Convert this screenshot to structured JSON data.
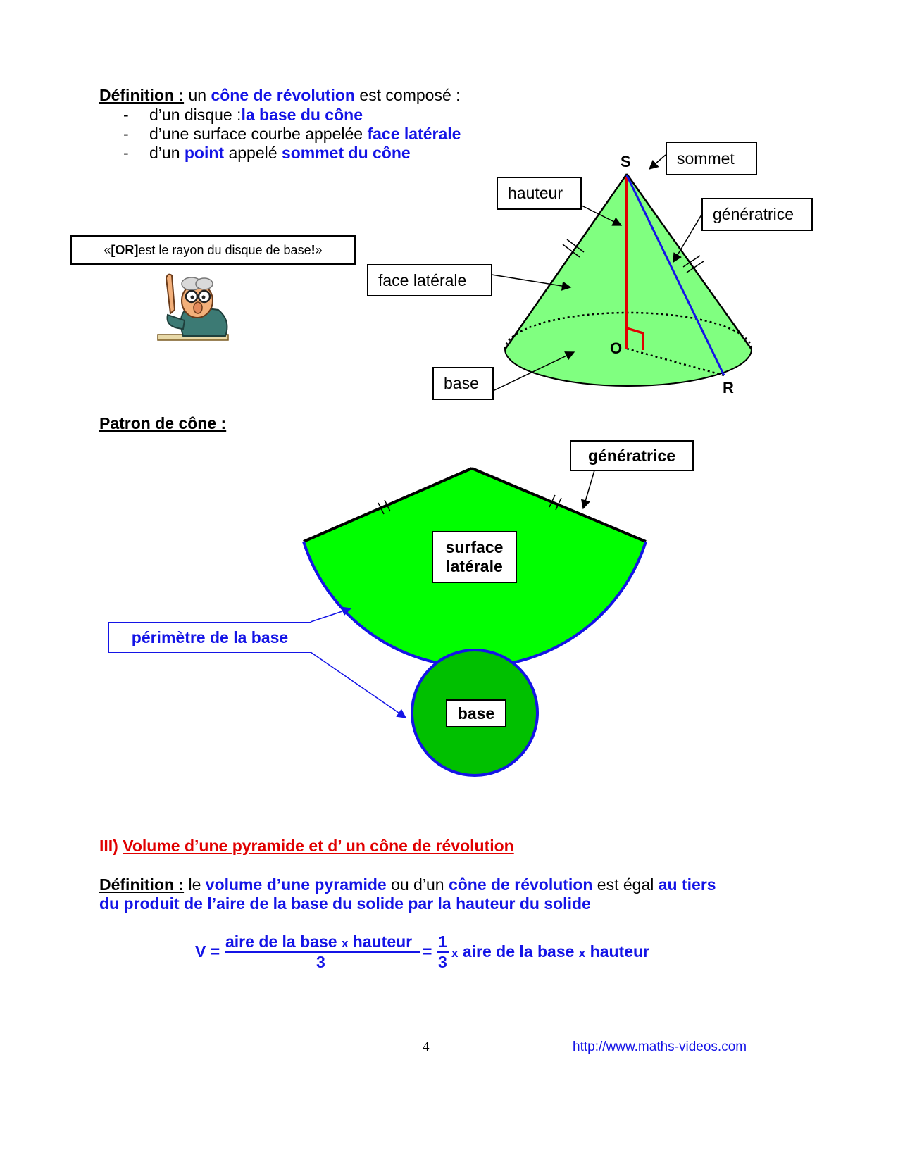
{
  "definition1": {
    "label": "Définition :",
    "intro_pre": " un ",
    "intro_term": "cône de révolution",
    "intro_post": " est composé :",
    "items": [
      {
        "dash": "-",
        "pre": "d’un disque :",
        "term": "la base du cône",
        "mid": "",
        "term2": ""
      },
      {
        "dash": "-",
        "pre": "d’une surface courbe appelée ",
        "term": "face latérale",
        "mid": "",
        "term2": ""
      },
      {
        "dash": "-",
        "pre": "d’un ",
        "term": "point",
        "mid": " appelé ",
        "term2": "sommet du cône"
      }
    ]
  },
  "remark": {
    "open": "«",
    "bold": "[OR]",
    "text": " est le rayon du disque de base ",
    "excl": "!",
    "close": "»"
  },
  "cone_labels": {
    "S": "S",
    "O": "O",
    "R": "R",
    "sommet": "sommet",
    "hauteur": "hauteur",
    "generatrice": "génératrice",
    "face_laterale": "face latérale",
    "base": "base"
  },
  "patron": {
    "title": "Patron de cône :",
    "generatrice": "génératrice",
    "surface_line1": "surface",
    "surface_line2": "latérale",
    "perimetre": "périmètre de la base",
    "base": "base"
  },
  "section3": {
    "number": "III)",
    "title": "Volume d’une pyramide et d’ un cône de révolution"
  },
  "definition2": {
    "label": "Définition :",
    "p1": " le ",
    "t1": "volume d’une pyramide",
    "p2": " ou d’un ",
    "t2": "cône de révolution",
    "p3": " est égal ",
    "t3": "au tiers",
    "line2": "du produit de l’aire de la base du solide par la hauteur du solide"
  },
  "formula": {
    "v": "V =",
    "num_a": "aire de la base ",
    "num_x": "x",
    "num_b": " hauteur",
    "den": "3",
    "eq": "=",
    "frac_num": "1",
    "frac_den": "3",
    "rest_x1": "x",
    "rest_a": " aire de la base ",
    "rest_x2": "x",
    "rest_b": " hauteur"
  },
  "footer": {
    "page": "4",
    "url": "http://www.maths-videos.com"
  },
  "colors": {
    "cone_fill": "#80ff80",
    "sector_fill": "#00ff00",
    "base_fill": "#00c000",
    "blue": "#1414e6",
    "red": "#e00000"
  }
}
